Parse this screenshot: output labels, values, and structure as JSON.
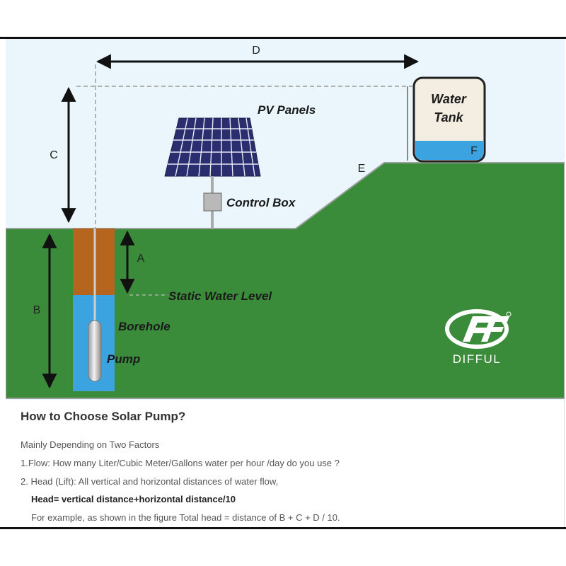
{
  "labels": {
    "d": "D",
    "c": "C",
    "a": "A",
    "b": "B",
    "e": "E",
    "f": "F",
    "pv_panels": "PV Panels",
    "control_box": "Control Box",
    "water_tank_line1": "Water",
    "water_tank_line2": "Tank",
    "static_water_level": "Static Water Level",
    "borehole": "Borehole",
    "pump": "Pump"
  },
  "logo": {
    "text": "DIFFUL"
  },
  "colors": {
    "sky": "#eaf6fb",
    "ground": "#3a8c3a",
    "water": "#3aa3e0",
    "soil": "#b5651d",
    "panel": "#2a2d6e"
  },
  "text": {
    "title": "How to Choose Solar Pump?",
    "intro": "Mainly Depending on Two Factors",
    "factor1": "1.Flow: How many Liter/Cubic Meter/Gallons water per hour /day do you use ?",
    "factor2": "2. Head (Lift): All vertical and horizontal distances of water flow,",
    "formula": "Head= vertical distance+horizontal distance/10",
    "example": "For example, as shown in the figure Total head = distance of B + C + D / 10."
  }
}
